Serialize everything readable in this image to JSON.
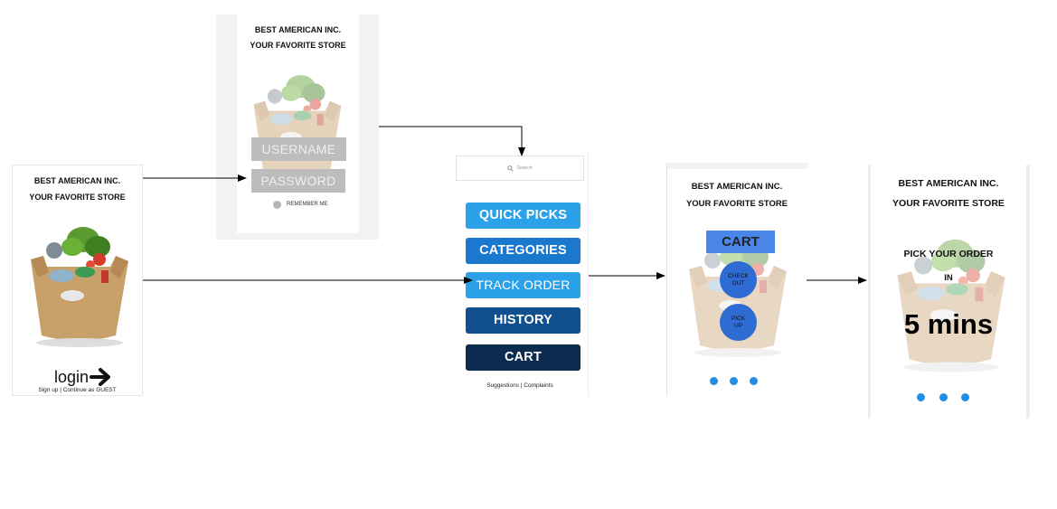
{
  "brand": {
    "company": "BEST AMERICAN INC.",
    "tagline": "YOUR FAVORITE STORE"
  },
  "screen_login": {
    "login_label": "login",
    "links": "Sign up | Continue as GUEST"
  },
  "screen_credentials": {
    "username_placeholder": "USERNAME",
    "password_placeholder": "PASSWORD",
    "remember_label": "REMEMBER ME"
  },
  "screen_menu": {
    "search_placeholder": "Search",
    "buttons": [
      {
        "label": "QUICK PICKS",
        "color": "#2aa1e8"
      },
      {
        "label": "CATEGORIES",
        "color": "#1b78cf"
      },
      {
        "label": "TRACK ORDER",
        "color": "#2aa1e8"
      },
      {
        "label": "HISTORY",
        "color": "#124f8e"
      },
      {
        "label": "CART",
        "color": "#0b2c4f"
      }
    ],
    "footer": "Suggestions | Complaints"
  },
  "screen_cart": {
    "cart_label": "CART",
    "checkout_label": "CHECK OUT",
    "pickup_label": "PICK UP"
  },
  "screen_order": {
    "pick_label": "PICK YOUR ORDER",
    "in_label": "IN",
    "time_label": "5 mins"
  },
  "colors": {
    "dot": "#1e8ee6",
    "cart_badge": "#4a86e8",
    "circle_button": "#2e6bd2"
  }
}
